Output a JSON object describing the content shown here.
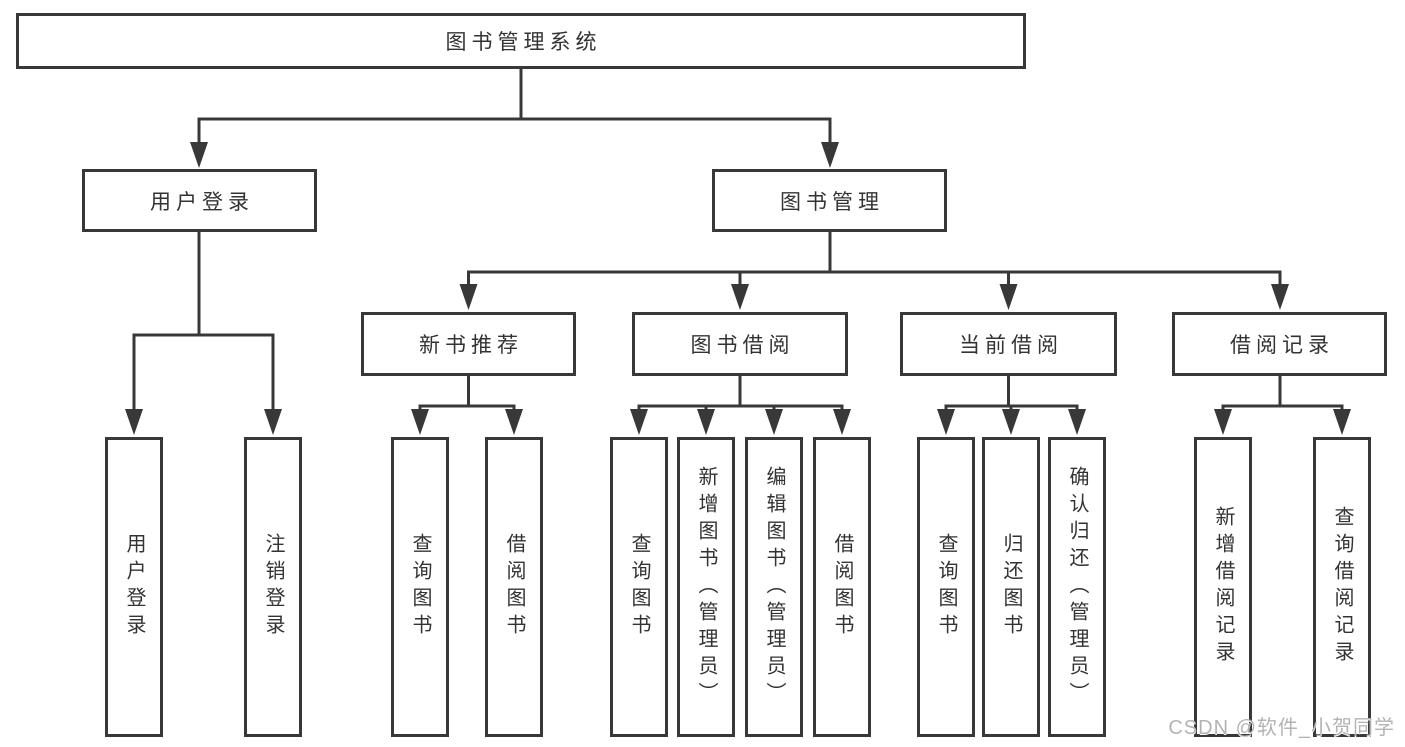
{
  "diagram_type": "hierarchy-tree",
  "tree": {
    "label": "图书管理系统",
    "children": [
      {
        "label": "用户登录",
        "children": [
          {
            "label": "用户登录"
          },
          {
            "label": "注销登录"
          }
        ]
      },
      {
        "label": "图书管理",
        "children": [
          {
            "label": "新书推荐",
            "children": [
              {
                "label": "查询图书"
              },
              {
                "label": "借阅图书"
              }
            ]
          },
          {
            "label": "图书借阅",
            "children": [
              {
                "label": "查询图书"
              },
              {
                "label": "新增图书（管理员）"
              },
              {
                "label": "编辑图书（管理员）"
              },
              {
                "label": "借阅图书"
              }
            ]
          },
          {
            "label": "当前借阅",
            "children": [
              {
                "label": "查询图书"
              },
              {
                "label": "归还图书"
              },
              {
                "label": "确认归还（管理员）"
              }
            ]
          },
          {
            "label": "借阅记录",
            "children": [
              {
                "label": "新增借阅记录"
              },
              {
                "label": "查询借阅记录"
              }
            ]
          }
        ]
      }
    ]
  },
  "watermark": "CSDN @软件_小贺同学",
  "colors": {
    "line": "#383838",
    "text": "#333333",
    "background": "#ffffff",
    "watermark": "#b3b3b3"
  }
}
